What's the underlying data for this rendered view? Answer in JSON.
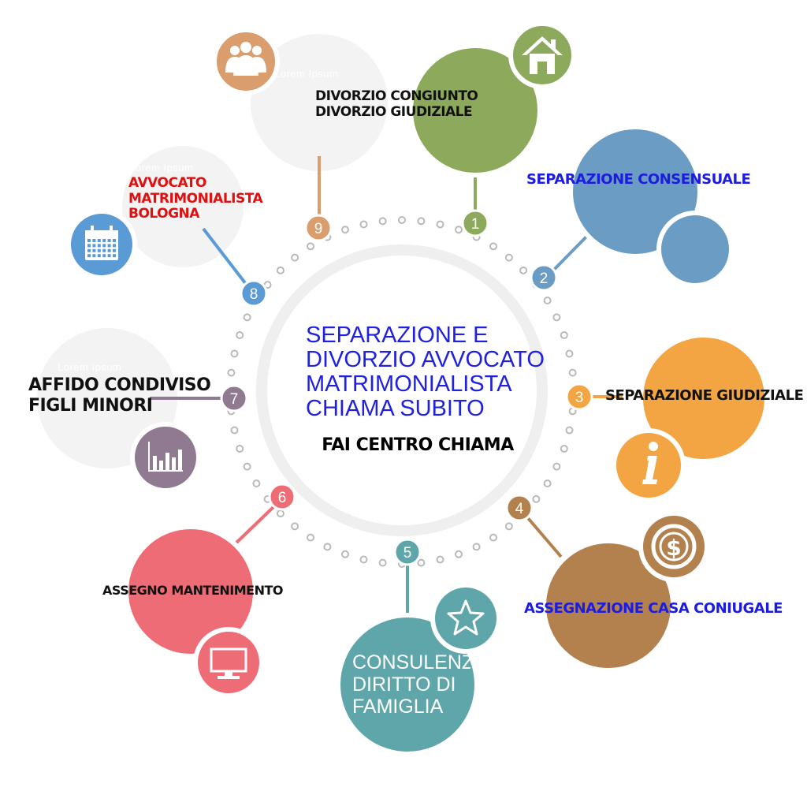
{
  "center": {
    "line1": "SEPARAZIONE E",
    "line2": "DIVORZIO AVVOCATO",
    "line3": "MATRIMONIALISTA",
    "line4": "CHIAMA SUBITO",
    "cta": "FAI CENTRO CHIAMA"
  },
  "colors": {
    "green": "#8daa5c",
    "blue": "#6a9cc4",
    "orange": "#f2a542",
    "brown": "#b3814d",
    "teal": "#5fa6aa",
    "red": "#ee6c75",
    "purple": "#8f7a92",
    "lightblue": "#5b9bd5",
    "peach": "#d99d6e",
    "ghost": "#f1f1f1"
  },
  "nodes": [
    {
      "num": "1",
      "icon": "home-icon"
    },
    {
      "num": "2",
      "icon": ""
    },
    {
      "num": "3",
      "icon": "info-icon"
    },
    {
      "num": "4",
      "icon": "dollar-coin-icon"
    },
    {
      "num": "5",
      "icon": "star-icon"
    },
    {
      "num": "6",
      "icon": "monitor-icon"
    },
    {
      "num": "7",
      "icon": "bar-chart-icon"
    },
    {
      "num": "8",
      "icon": "calendar-icon"
    },
    {
      "num": "9",
      "icon": "people-group-icon"
    }
  ],
  "labels": {
    "divorzio_line1": "DIVORZIO CONGIUNTO",
    "divorzio_line2": "DIVORZIO GIUDIZIALE",
    "separazione_consensuale": "SEPARAZIONE CONSENSUALE",
    "separazione_giudiziale": "SEPARAZIONE GIUDIZIALE",
    "assegnazione_casa": "ASSEGNAZIONE CASA CONIUGALE",
    "consulenza_line1": "CONSULENZA",
    "consulenza_line2": "DIRITTO DI",
    "consulenza_line3": "FAMIGLIA",
    "assegno_mantenimento": "ASSEGNO MANTENIMENTO",
    "affido_line1": "AFFIDO CONDIVISO",
    "affido_line2": "FIGLI MINORI",
    "avvocato_line1": "AVVOCATO",
    "avvocato_line2": "MATRIMONIALISTA",
    "avvocato_line3": "BOLOGNA"
  },
  "lorem": [
    "Lorem Ipsum",
    "Lorem Ipsum",
    "Lorem Ipsum"
  ]
}
